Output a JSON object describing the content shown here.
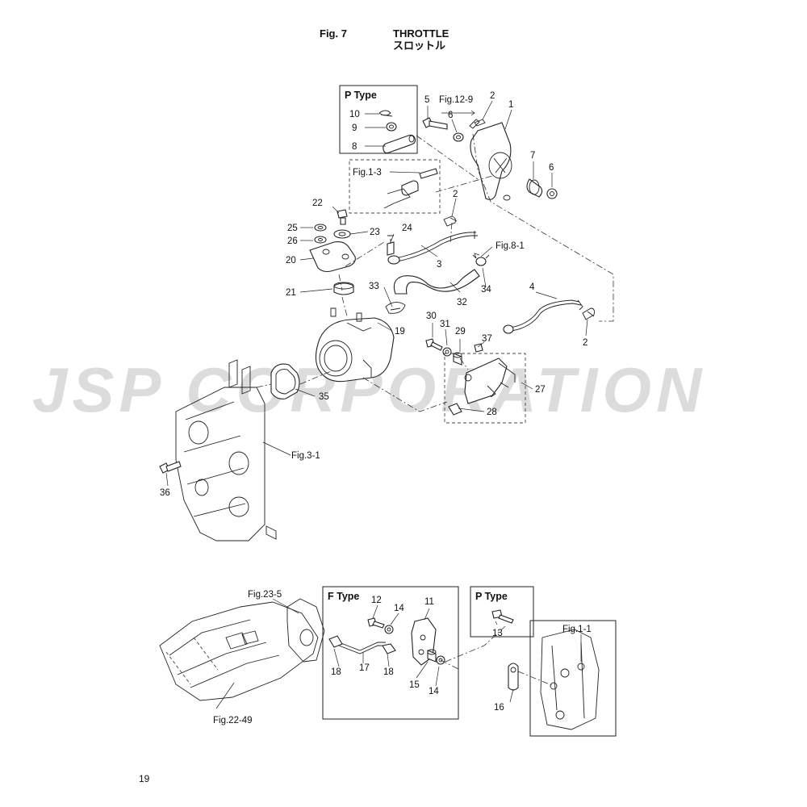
{
  "header": {
    "fig_number": "Fig. 7",
    "title_en": "THROTTLE",
    "title_jp": "スロットル"
  },
  "watermark": "JSP CORPORATION",
  "page_number": "19",
  "boxes": {
    "p_type_top": "P Type",
    "f_type": "F Type",
    "p_type_bottom": "P Type"
  },
  "references": {
    "fig_12_9": "Fig.12-9",
    "fig_1_3": "Fig.1-3",
    "fig_8_1": "Fig.8-1",
    "fig_3_1": "Fig.3-1",
    "fig_23_5": "Fig.23-5",
    "fig_22_49": "Fig.22-49",
    "fig_1_1": "Fig.1-1"
  },
  "callouts": {
    "c1": "1",
    "c2a": "2",
    "c2b": "2",
    "c2c": "2",
    "c3": "3",
    "c4": "4",
    "c5": "5",
    "c6a": "6",
    "c6b": "6",
    "c7": "7",
    "c8": "8",
    "c9": "9",
    "c10": "10",
    "c11": "11",
    "c12": "12",
    "c13": "13",
    "c14a": "14",
    "c14b": "14",
    "c15": "15",
    "c16": "16",
    "c17": "17",
    "c18a": "18",
    "c18b": "18",
    "c19": "19",
    "c20": "20",
    "c21": "21",
    "c22": "22",
    "c23": "23",
    "c24": "24",
    "c25": "25",
    "c26": "26",
    "c27": "27",
    "c28": "28",
    "c29": "29",
    "c30": "30",
    "c31": "31",
    "c32": "32",
    "c33": "33",
    "c34": "34",
    "c35": "35",
    "c36": "36",
    "c37": "37"
  }
}
